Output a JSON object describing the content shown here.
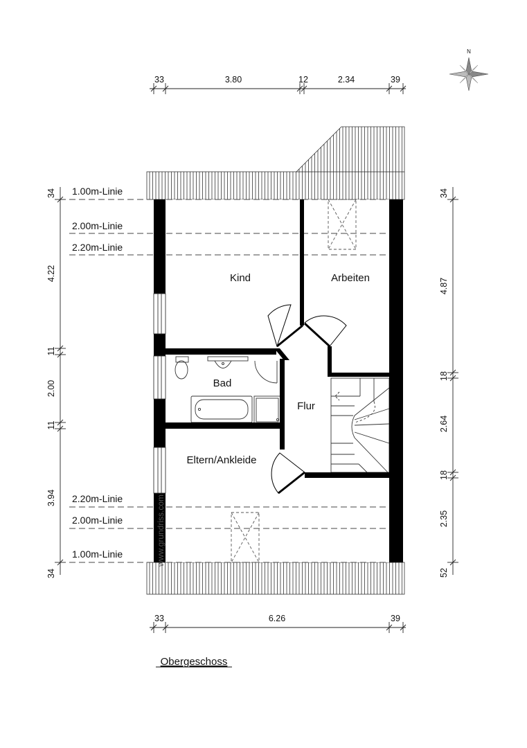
{
  "title": "Obergeschoss",
  "watermark": "www.grundriss.com",
  "compass_label": "N",
  "rooms": {
    "kind": "Kind",
    "arbeiten": "Arbeiten",
    "bad": "Bad",
    "flur": "Flur",
    "eltern": "Eltern/Ankleide"
  },
  "height_lines": {
    "top_100": "1.00m-Linie",
    "top_200": "2.00m-Linie",
    "top_220": "2.20m-Linie",
    "bottom_220": "2.20m-Linie",
    "bottom_200": "2.00m-Linie",
    "bottom_100": "1.00m-Linie"
  },
  "dimensions": {
    "top": [
      "33",
      "3.80",
      "12",
      "2.34",
      "39"
    ],
    "bottom": [
      "33",
      "6.26",
      "39"
    ],
    "left": [
      "34",
      "4.22",
      "11",
      "2.00",
      "11",
      "3.94",
      "34"
    ],
    "right": [
      "34",
      "4.87",
      "18",
      "2.64",
      "18",
      "2.35",
      "52"
    ]
  }
}
